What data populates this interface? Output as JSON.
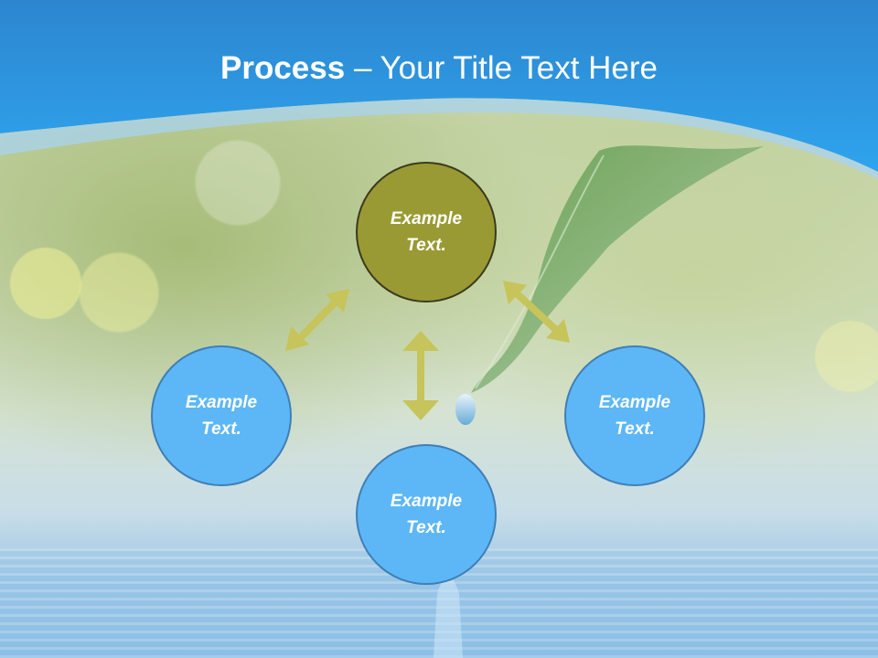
{
  "title": {
    "bold_part": "Process",
    "rest_part": " – Your Title Text Here"
  },
  "nodes": {
    "top": "Example Text.",
    "left": "Example Text.",
    "right": "Example Text.",
    "bottom": "Example Text."
  },
  "colors": {
    "header_blue": "#1f8fdc",
    "node_blue": "#5db7f6",
    "node_olive": "#9a9a34",
    "arrow": "#c6c45a"
  },
  "icons": {
    "arrows": "double-headed-arrow-icon"
  }
}
